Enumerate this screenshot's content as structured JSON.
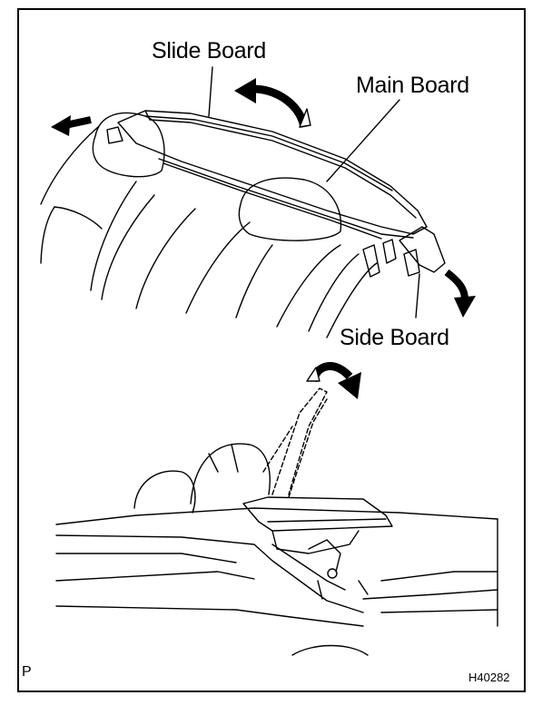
{
  "diagram": {
    "labels": {
      "slide_board": "Slide Board",
      "main_board": "Main Board",
      "side_board": "Side Board"
    },
    "corner_left": "P",
    "figure_code": "H40282"
  },
  "colors": {
    "ink": "#000000",
    "paper": "#ffffff"
  }
}
